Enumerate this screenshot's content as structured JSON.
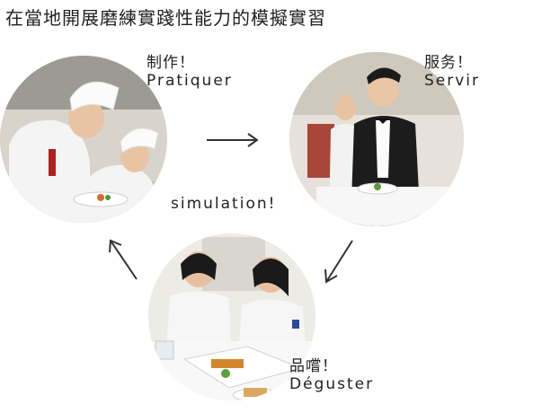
{
  "header": {
    "title": "在當地開展磨練實踐性能力的模擬實習"
  },
  "steps": [
    {
      "zh": "制作！",
      "fr": "Pratiquer"
    },
    {
      "zh": "服务！",
      "fr": "Servir"
    },
    {
      "zh": "品嚐！",
      "fr": "Déguster"
    }
  ],
  "center": {
    "text": "simulation!"
  },
  "colors": {
    "text": "#222222",
    "arrow": "#333333",
    "chef_white": "#f4f4f4",
    "tuxedo": "#1c1c1c"
  },
  "icons": [
    "arrow-right-icon",
    "arrow-down-left-icon",
    "arrow-up-left-icon"
  ]
}
